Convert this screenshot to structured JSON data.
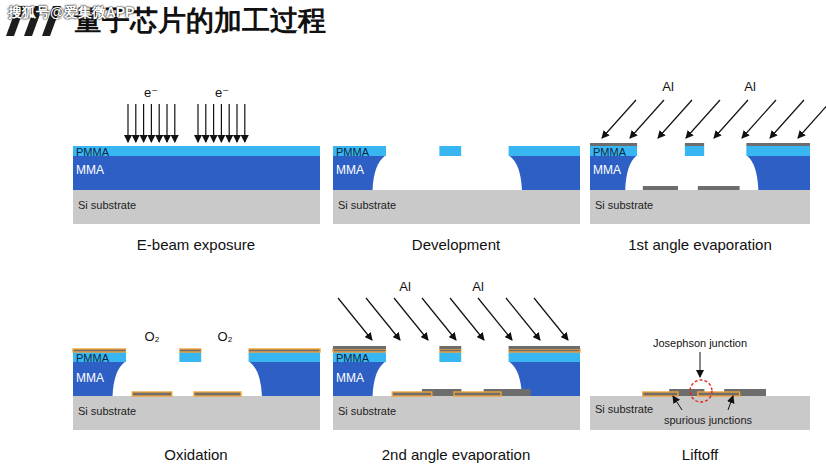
{
  "diagram": {
    "title": "量子芯片的加工过程",
    "labels": [
      "搜狐号@爱集微APP",
      "e⁻",
      "e⁻",
      "PMMA",
      "MMA",
      "Si substrate",
      "E-beam exposure",
      "PMMA",
      "MMA",
      "Si substrate",
      "Development",
      "Al",
      "Al",
      "PMMA",
      "MMA",
      "Si substrate",
      "1st angle evaporation",
      "O₂",
      "O₂",
      "PMMA",
      "MMA",
      "Si substrate",
      "Oxidation",
      "Al",
      "Al",
      "PMMA",
      "MMA",
      "Si substrate",
      "2nd angle evaporation",
      "Josephson junction",
      "Si substrate",
      "spurious junctions",
      "Liftoff"
    ]
  }
}
